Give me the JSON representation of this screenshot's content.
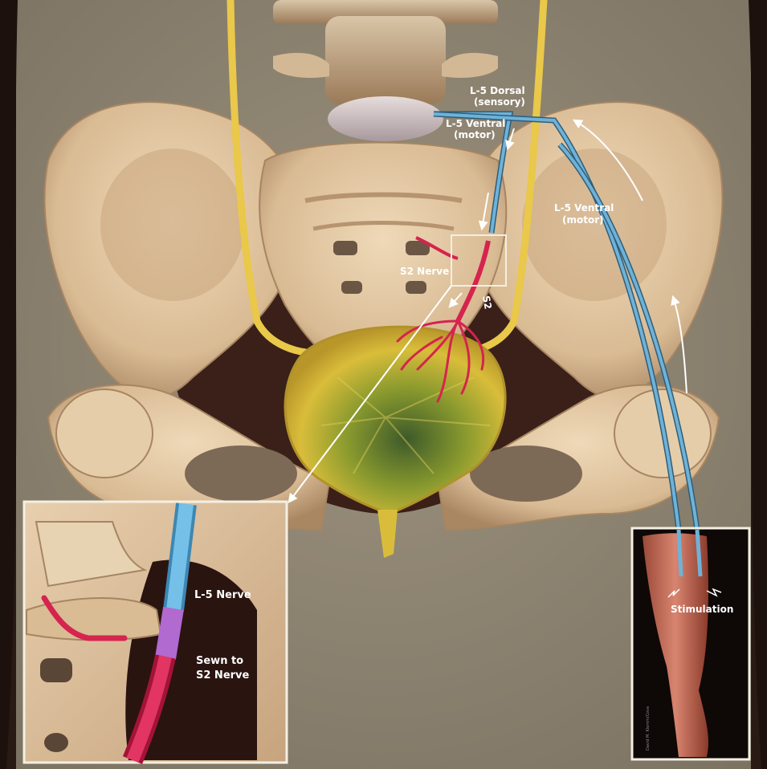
{
  "labels": {
    "l5_dorsal_line1": "L-5 Dorsal",
    "l5_dorsal_line2": "(sensory)",
    "l5_ventral_top_line1": "L-5 Ventral",
    "l5_ventral_top_line2": "(motor)",
    "l5_ventral_right_line1": "L-5 Ventral",
    "l5_ventral_right_line2": "(motor)",
    "s2_nerve": "S2 Nerve",
    "s2": "S2",
    "inset_l5_nerve": "L-5 Nerve",
    "inset_sewn_line1": "Sewn to",
    "inset_sewn_line2": "S2 Nerve",
    "stimulation": "Stimulation",
    "artist_signature": "David M. Klemm/Cove"
  },
  "colors": {
    "background_skin": "#8f8573",
    "bone": "#e0c5a1",
    "bone_shadow": "#b89570",
    "cavity": "#2a1712",
    "ureter": "#e9c84a",
    "bladder": "#d8b93a",
    "nerve_blue": "#6fb2d8",
    "nerve_red": "#d5244e",
    "graft_purple": "#b06ad0",
    "muscle": "#c9705a",
    "inset_border": "#f3efe2"
  }
}
